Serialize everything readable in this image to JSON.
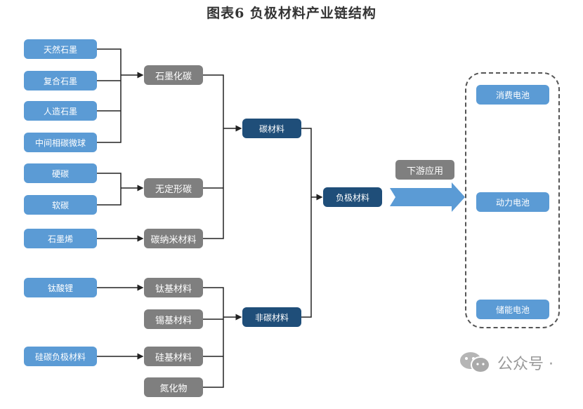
{
  "title": "图表6  负极材料产业链结构",
  "sources": {
    "natural_graphite": "天然石墨",
    "composite_graphite": "复合石墨",
    "artificial_graphite": "人造石墨",
    "mcmb": "中间相碳微球",
    "hard_carbon": "硬碳",
    "soft_carbon": "软碳",
    "graphene": "石墨烯",
    "lithium_titanate": "钛酸锂",
    "silicon_carbon": "硅碳负极材料"
  },
  "intermediates": {
    "graphitized_carbon": "石墨化碳",
    "amorphous_carbon": "无定形碳",
    "carbon_nano": "碳纳米材料",
    "titanium_based": "钛基材料",
    "tin_based": "锡基材料",
    "silicon_based": "硅基材料",
    "nitride": "氮化物"
  },
  "categories": {
    "carbon": "碳材料",
    "non_carbon": "非碳材料"
  },
  "anode": "负极材料",
  "downstream_label": "下游应用",
  "applications": {
    "consumer": "消费电池",
    "power": "动力电池",
    "storage": "储能电池"
  },
  "watermark": "公众号 ·"
}
